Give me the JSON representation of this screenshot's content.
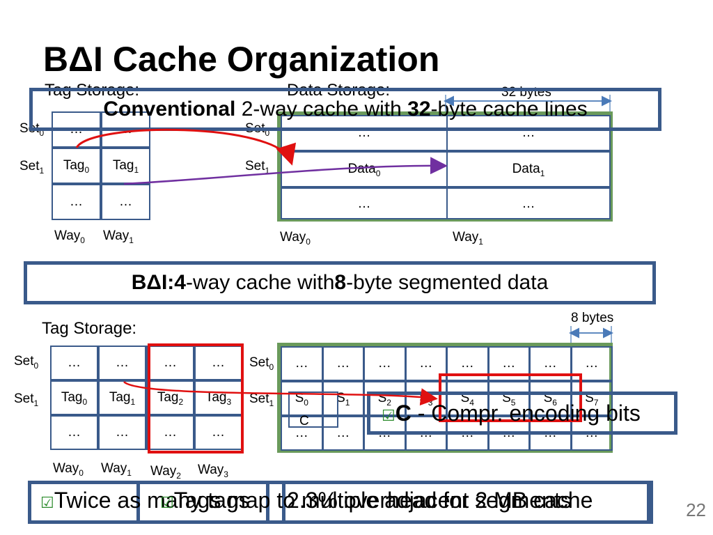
{
  "title": "BΔI Cache Organization",
  "top": {
    "tag_storage_label": "Tag Storage:",
    "data_storage_label": "Data Storage:",
    "bytes_label": "32 bytes",
    "banner": {
      "bold": "Conventional",
      "rest_a": " 2-way cache with ",
      "bold2": "32",
      "rest_b": "-byte cache lines"
    },
    "sets": [
      "Set",
      "Set"
    ],
    "set_subs": [
      "0",
      "1"
    ],
    "tags": [
      "Tag",
      "Tag"
    ],
    "tag_subs": [
      "0",
      "1"
    ],
    "data": [
      "Data",
      "Data"
    ],
    "data_subs": [
      "0",
      "1"
    ],
    "dots": "…",
    "way_labels": [
      "Way",
      "Way"
    ],
    "way_subs": [
      "0",
      "1"
    ]
  },
  "middle": {
    "banner": {
      "bold": "BΔI:",
      "space": " ",
      "bold2": "4",
      "rest_a": "-way cache with ",
      "bold3": "8",
      "rest_b": "-byte segmented data"
    }
  },
  "bottom": {
    "tag_storage_label": "Tag Storage:",
    "bytes_label": "8 bytes",
    "tags": [
      "Tag",
      "Tag",
      "Tag",
      "Tag"
    ],
    "tag_subs": [
      "0",
      "1",
      "2",
      "3"
    ],
    "segments": [
      "S",
      "S",
      "S",
      "S",
      "S",
      "S",
      "S",
      "S"
    ],
    "segment_subs": [
      "0",
      "1",
      "2",
      "3",
      "4",
      "5",
      "6",
      "7"
    ],
    "c_label": "C",
    "way_labels": [
      "Way",
      "Way",
      "Way",
      "Way"
    ],
    "way_subs": [
      "0",
      "1",
      "2",
      "3"
    ],
    "compr_note": "C - Compr. encoding bits"
  },
  "footer": {
    "note1": "Twice as many tags",
    "note2": "Tags map to multiple adjacent segments",
    "note3": "2.3% overhead for 2 MB cache"
  },
  "page_number": "22",
  "colors": {
    "blue": "#3a5a8a",
    "green": "#6a9a5b",
    "red": "#e01010",
    "purple": "#7030a0"
  }
}
